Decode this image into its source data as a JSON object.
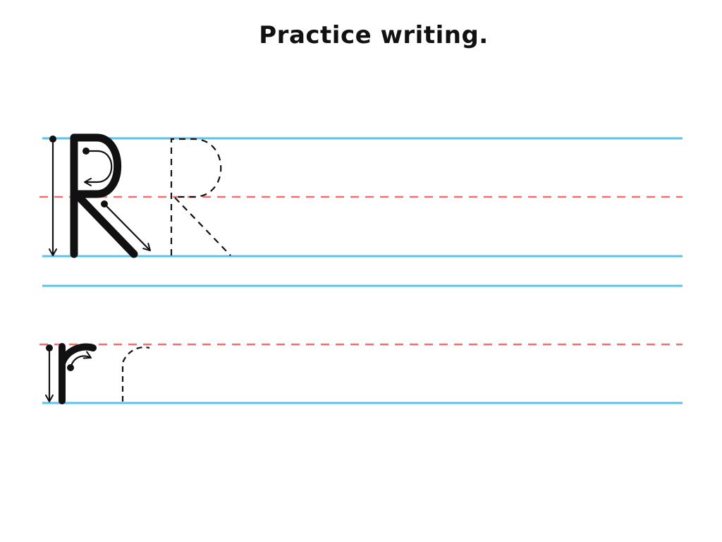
{
  "title": "Practice writing.",
  "colors": {
    "guide_line": "#5BC3EB",
    "midline": "#F07070",
    "stroke": "#111111",
    "background": "#FFFFFF"
  },
  "rows": [
    {
      "letter": "R",
      "case": "uppercase",
      "model": "solid R with stroke-order arrows",
      "trace": "dashed R"
    },
    {
      "letter": "r",
      "case": "lowercase",
      "model": "solid r with stroke-order arrows",
      "trace": "dashed r"
    }
  ]
}
